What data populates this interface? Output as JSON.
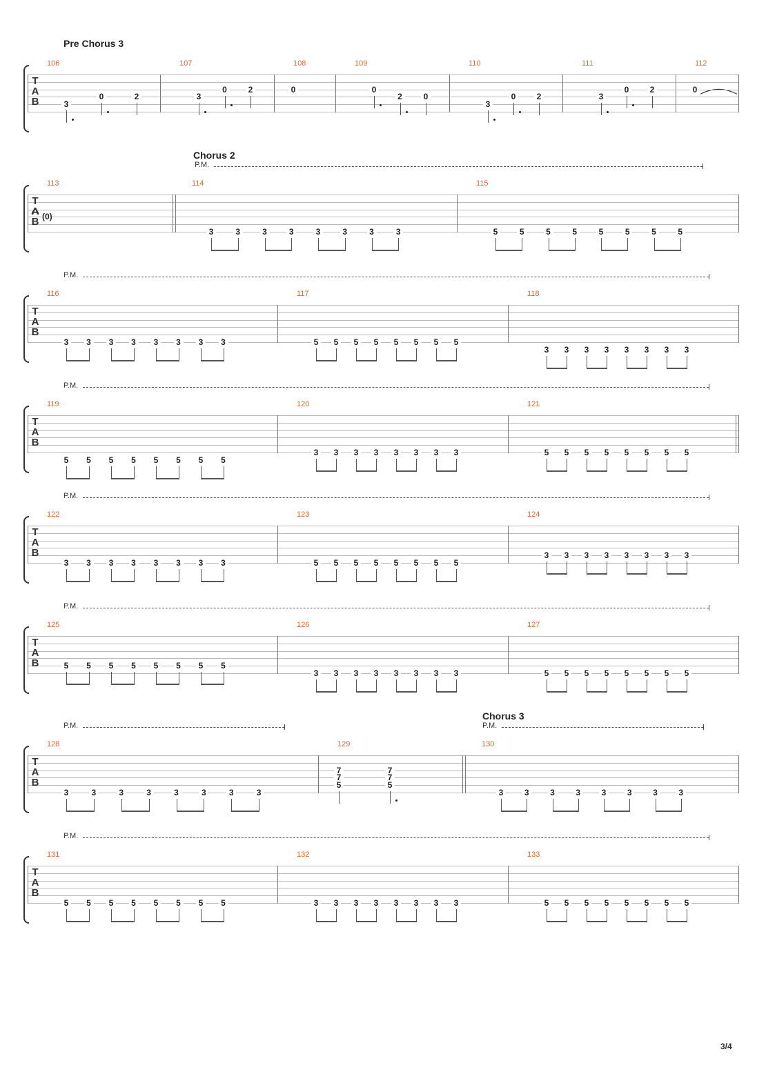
{
  "page_number": "3/4",
  "systems": [
    {
      "section": "Pre Chorus 3",
      "pm": false,
      "measures": [
        {
          "number": "106",
          "notes": [
            {
              "frets": [
                {
                  "s": 5,
                  "f": "3"
                }
              ],
              "dot": true
            },
            {
              "frets": [
                {
                  "s": 4,
                  "f": "0"
                }
              ],
              "dot": true
            },
            {
              "frets": [
                {
                  "s": 4,
                  "f": "2"
                }
              ]
            }
          ]
        },
        {
          "number": "107",
          "notes": [
            {
              "frets": [
                {
                  "s": 4,
                  "f": "3"
                }
              ],
              "dot": true
            },
            {
              "frets": [
                {
                  "s": 3,
                  "f": "0"
                }
              ],
              "dot": true
            },
            {
              "frets": [
                {
                  "s": 3,
                  "f": "2"
                }
              ]
            }
          ]
        },
        {
          "number": "108",
          "notes": [
            {
              "frets": [
                {
                  "s": 3,
                  "f": "0"
                }
              ],
              "stem": false
            }
          ]
        },
        {
          "number": "109",
          "notes": [
            {
              "frets": [
                {
                  "s": 3,
                  "f": "0"
                }
              ],
              "dot": true
            },
            {
              "frets": [
                {
                  "s": 4,
                  "f": "2"
                }
              ],
              "dot": true
            },
            {
              "frets": [
                {
                  "s": 4,
                  "f": "0"
                }
              ]
            }
          ]
        },
        {
          "number": "110",
          "notes": [
            {
              "frets": [
                {
                  "s": 5,
                  "f": "3"
                }
              ],
              "dot": true
            },
            {
              "frets": [
                {
                  "s": 4,
                  "f": "0"
                }
              ],
              "dot": true
            },
            {
              "frets": [
                {
                  "s": 4,
                  "f": "2"
                }
              ]
            }
          ]
        },
        {
          "number": "111",
          "notes": [
            {
              "frets": [
                {
                  "s": 4,
                  "f": "3"
                }
              ],
              "dot": true
            },
            {
              "frets": [
                {
                  "s": 3,
                  "f": "0"
                }
              ],
              "dot": true
            },
            {
              "frets": [
                {
                  "s": 3,
                  "f": "2"
                }
              ]
            }
          ]
        },
        {
          "number": "112",
          "notes": [
            {
              "frets": [
                {
                  "s": 3,
                  "f": "0"
                }
              ],
              "stem": false,
              "tie": true
            }
          ]
        }
      ]
    },
    {
      "section": "Chorus 2",
      "pm": true,
      "pm_label": "P.M.",
      "measures": [
        {
          "number": "113",
          "notes": [
            {
              "frets": [
                {
                  "s": 4,
                  "f": "(0)"
                }
              ],
              "stem": false,
              "tie_in": true
            }
          ]
        },
        {
          "number": "114",
          "beamed": true,
          "notes": [
            {
              "frets": [
                {
                  "s": 6,
                  "f": "3"
                }
              ]
            },
            {
              "frets": [
                {
                  "s": 6,
                  "f": "3"
                }
              ]
            },
            {
              "frets": [
                {
                  "s": 6,
                  "f": "3"
                }
              ]
            },
            {
              "frets": [
                {
                  "s": 6,
                  "f": "3"
                }
              ]
            },
            {
              "frets": [
                {
                  "s": 6,
                  "f": "3"
                }
              ]
            },
            {
              "frets": [
                {
                  "s": 6,
                  "f": "3"
                }
              ]
            },
            {
              "frets": [
                {
                  "s": 6,
                  "f": "3"
                }
              ]
            },
            {
              "frets": [
                {
                  "s": 6,
                  "f": "3"
                }
              ]
            }
          ]
        },
        {
          "number": "115",
          "beamed": true,
          "notes": [
            {
              "frets": [
                {
                  "s": 6,
                  "f": "5"
                }
              ]
            },
            {
              "frets": [
                {
                  "s": 6,
                  "f": "5"
                }
              ]
            },
            {
              "frets": [
                {
                  "s": 6,
                  "f": "5"
                }
              ]
            },
            {
              "frets": [
                {
                  "s": 6,
                  "f": "5"
                }
              ]
            },
            {
              "frets": [
                {
                  "s": 6,
                  "f": "5"
                }
              ]
            },
            {
              "frets": [
                {
                  "s": 6,
                  "f": "5"
                }
              ]
            },
            {
              "frets": [
                {
                  "s": 6,
                  "f": "5"
                }
              ]
            },
            {
              "frets": [
                {
                  "s": 6,
                  "f": "5"
                }
              ]
            }
          ]
        }
      ]
    },
    {
      "section": "",
      "pm": true,
      "pm_label": "P.M.",
      "measures": [
        {
          "number": "116",
          "beamed": true,
          "eighths": "3,3,3,3,3,3,3,3",
          "string": 6
        },
        {
          "number": "117",
          "beamed": true,
          "eighths": "5,5,5,5,5,5,5,5",
          "string": 6
        },
        {
          "number": "118",
          "beamed": true,
          "eighths": "3,3,3,3,3,3,3,3",
          "string": 7
        }
      ]
    },
    {
      "section": "",
      "pm": true,
      "pm_label": "P.M.",
      "measures": [
        {
          "number": "119",
          "beamed": true,
          "eighths": "5,5,5,5,5,5,5,5",
          "string": 7
        },
        {
          "number": "120",
          "beamed": true,
          "eighths": "3,3,3,3,3,3,3,3",
          "string": 6
        },
        {
          "number": "121",
          "beamed": true,
          "eighths": "5,5,5,5,5,5,5,5",
          "string": 6
        }
      ]
    },
    {
      "section": "",
      "pm": true,
      "pm_label": "P.M.",
      "measures": [
        {
          "number": "122",
          "beamed": true,
          "eighths": "3,3,3,3,3,3,3,3",
          "string": 6
        },
        {
          "number": "123",
          "beamed": true,
          "eighths": "5,5,5,5,5,5,5,5",
          "string": 6
        },
        {
          "number": "124",
          "beamed": true,
          "eighths": "3,3,3,3,3,3,3,3",
          "string": 5
        }
      ]
    },
    {
      "section": "",
      "pm": true,
      "pm_label": "P.M.",
      "measures": [
        {
          "number": "125",
          "beamed": true,
          "eighths": "5,5,5,5,5,5,5,5",
          "string": 5
        },
        {
          "number": "126",
          "beamed": true,
          "eighths": "3,3,3,3,3,3,3,3",
          "string": 6
        },
        {
          "number": "127",
          "beamed": true,
          "eighths": "5,5,5,5,5,5,5,5",
          "string": 6
        }
      ]
    },
    {
      "section": "Chorus 3",
      "pm": true,
      "pm_label": "P.M.",
      "measures": [
        {
          "number": "128",
          "beamed": true,
          "eighths": "3,3,3,3,3,3,3,3",
          "string": 6
        },
        {
          "number": "129",
          "notes": [
            {
              "frets": [
                {
                  "s": 3,
                  "f": "7"
                },
                {
                  "s": 4,
                  "f": "7"
                },
                {
                  "s": 5,
                  "f": "5"
                }
              ]
            },
            {
              "frets": [
                {
                  "s": 3,
                  "f": "7"
                },
                {
                  "s": 4,
                  "f": "7"
                },
                {
                  "s": 5,
                  "f": "5"
                }
              ],
              "dot": true
            }
          ]
        },
        {
          "number": "130",
          "beamed": true,
          "eighths": "3,3,3,3,3,3,3,3",
          "string": 6
        }
      ]
    },
    {
      "section": "",
      "pm": true,
      "pm_label": "P.M.",
      "measures": [
        {
          "number": "131",
          "beamed": true,
          "eighths": "5,5,5,5,5,5,5,5",
          "string": 6
        },
        {
          "number": "132",
          "beamed": true,
          "eighths": "3,3,3,3,3,3,3,3",
          "string": 6
        },
        {
          "number": "133",
          "beamed": true,
          "eighths": "5,5,5,5,5,5,5,5",
          "string": 6
        }
      ]
    }
  ]
}
